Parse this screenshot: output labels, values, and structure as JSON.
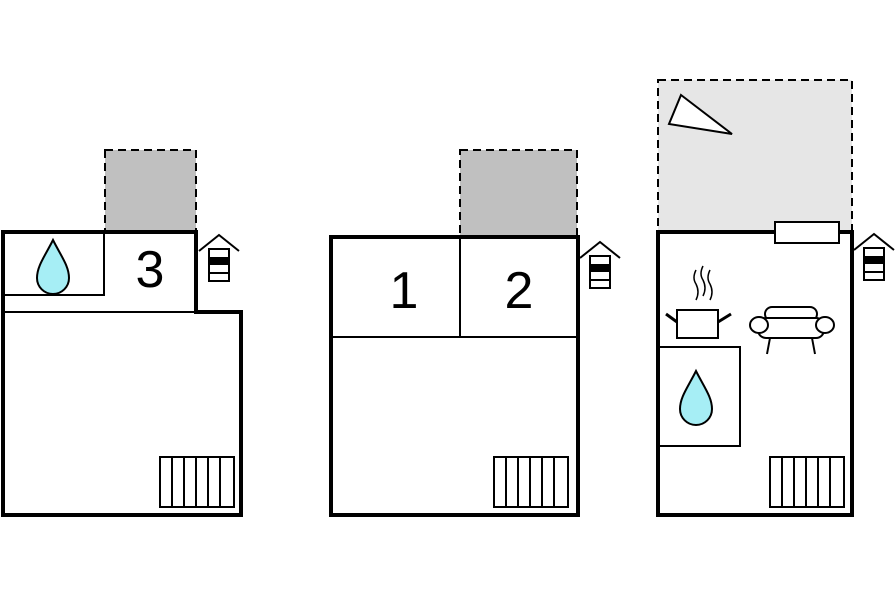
{
  "floors": [
    {
      "room_numbers": [
        "3"
      ]
    },
    {
      "room_numbers": [
        "1",
        "2"
      ]
    },
    {
      "room_numbers": []
    }
  ],
  "icons": [
    "bathroom-drop-icon",
    "stairs-house-icon",
    "radiator-icon",
    "cooking-pot-icon",
    "sofa-icon",
    "triangle-icon",
    "window-bar-icon"
  ],
  "colors": {
    "wall": "#000000",
    "balcony_dark": "#c0c0c0",
    "balcony_light": "#e6e6e6",
    "water": "#a6eef5"
  }
}
